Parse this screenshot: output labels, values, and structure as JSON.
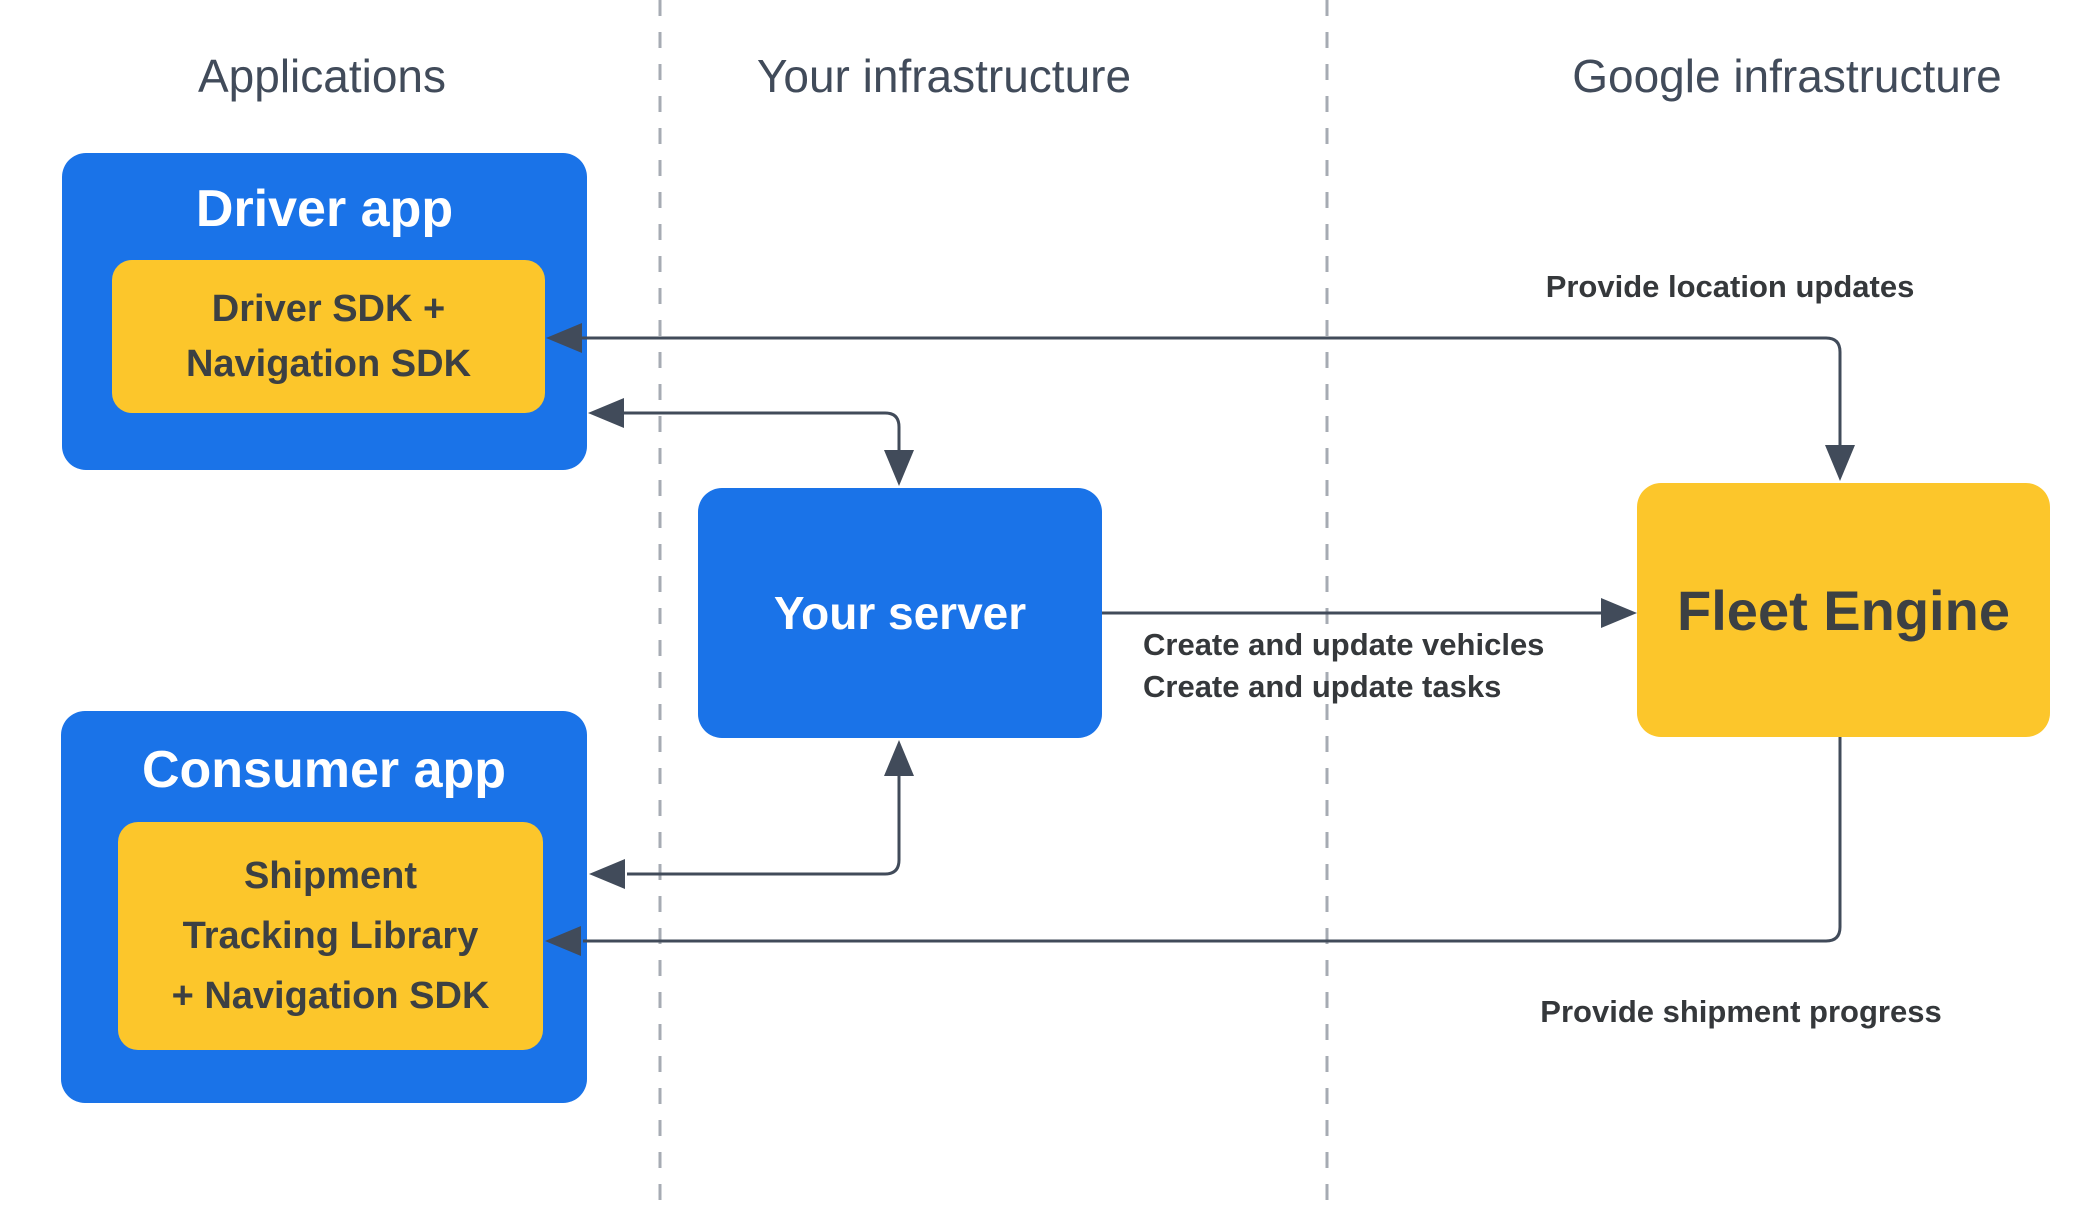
{
  "colors": {
    "blue": "#1a73e8",
    "yellow": "#fcc62b",
    "connector": "#414b5a",
    "dashed_divider": "#a6abb3",
    "header_text": "#414b5a",
    "dark_text": "#3c4043",
    "label_text": "#35383b"
  },
  "headers": {
    "applications": "Applications",
    "your_infrastructure": "Your infrastructure",
    "google_infrastructure": "Google infrastructure"
  },
  "nodes": {
    "driver_app": {
      "title": "Driver app",
      "sdk_lines": [
        "Driver SDK +",
        "Navigation SDK"
      ]
    },
    "consumer_app": {
      "title": "Consumer app",
      "sdk_lines": [
        "Shipment",
        "Tracking Library",
        "+ Navigation SDK"
      ]
    },
    "your_server": {
      "title": "Your server"
    },
    "fleet_engine": {
      "title": "Fleet Engine"
    }
  },
  "edge_labels": {
    "provide_location_updates": "Provide location updates",
    "create_and_update": [
      "Create and update vehicles",
      "Create and update tasks"
    ],
    "provide_shipment_progress": "Provide shipment progress"
  }
}
